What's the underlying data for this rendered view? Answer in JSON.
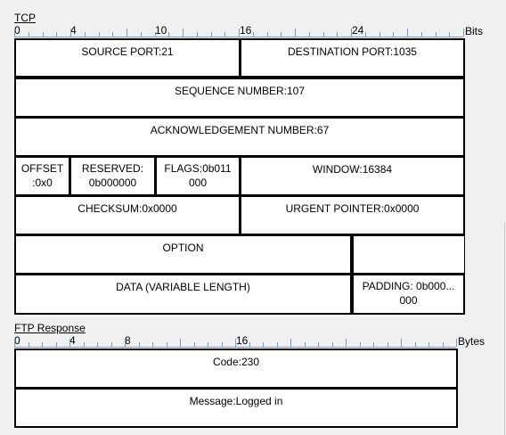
{
  "tcp": {
    "title": "TCP",
    "unit": "Bits",
    "ruler_labels": [
      "0",
      "4",
      "10",
      "16",
      "24"
    ],
    "fields": {
      "source_port": {
        "label": "SOURCE PORT:",
        "value": "21"
      },
      "destination_port": {
        "label": "DESTINATION PORT:",
        "value": "1035"
      },
      "sequence_number": {
        "label": "SEQUENCE NUMBER:",
        "value": "107"
      },
      "ack_number": {
        "label": "ACKNOWLEDGEMENT NUMBER:",
        "value": "67"
      },
      "offset": {
        "line1": "OFFSET",
        "line2": ":0x0"
      },
      "reserved": {
        "line1": "RESERVED:",
        "line2": "0b000000"
      },
      "flags": {
        "line1": "FLAGS:0b011",
        "line2": "000"
      },
      "window": {
        "label": "WINDOW:",
        "value": "16384"
      },
      "checksum": {
        "label": "CHECKSUM:",
        "value": "0x0000"
      },
      "urgent_pointer": {
        "label": "URGENT POINTER:",
        "value": "0x0000"
      },
      "option": {
        "label": "OPTION"
      },
      "data": {
        "label": "DATA (VARIABLE LENGTH)"
      },
      "padding": {
        "line1": "PADDING: 0b000...",
        "line2": "000"
      }
    }
  },
  "ftp": {
    "title": "FTP Response",
    "unit": "Bytes",
    "ruler_labels": [
      "0",
      "4",
      "8",
      "16"
    ],
    "fields": {
      "code": {
        "label": "Code:",
        "value": "230"
      },
      "message": {
        "label": "Message:",
        "value": "Logged in"
      }
    }
  }
}
